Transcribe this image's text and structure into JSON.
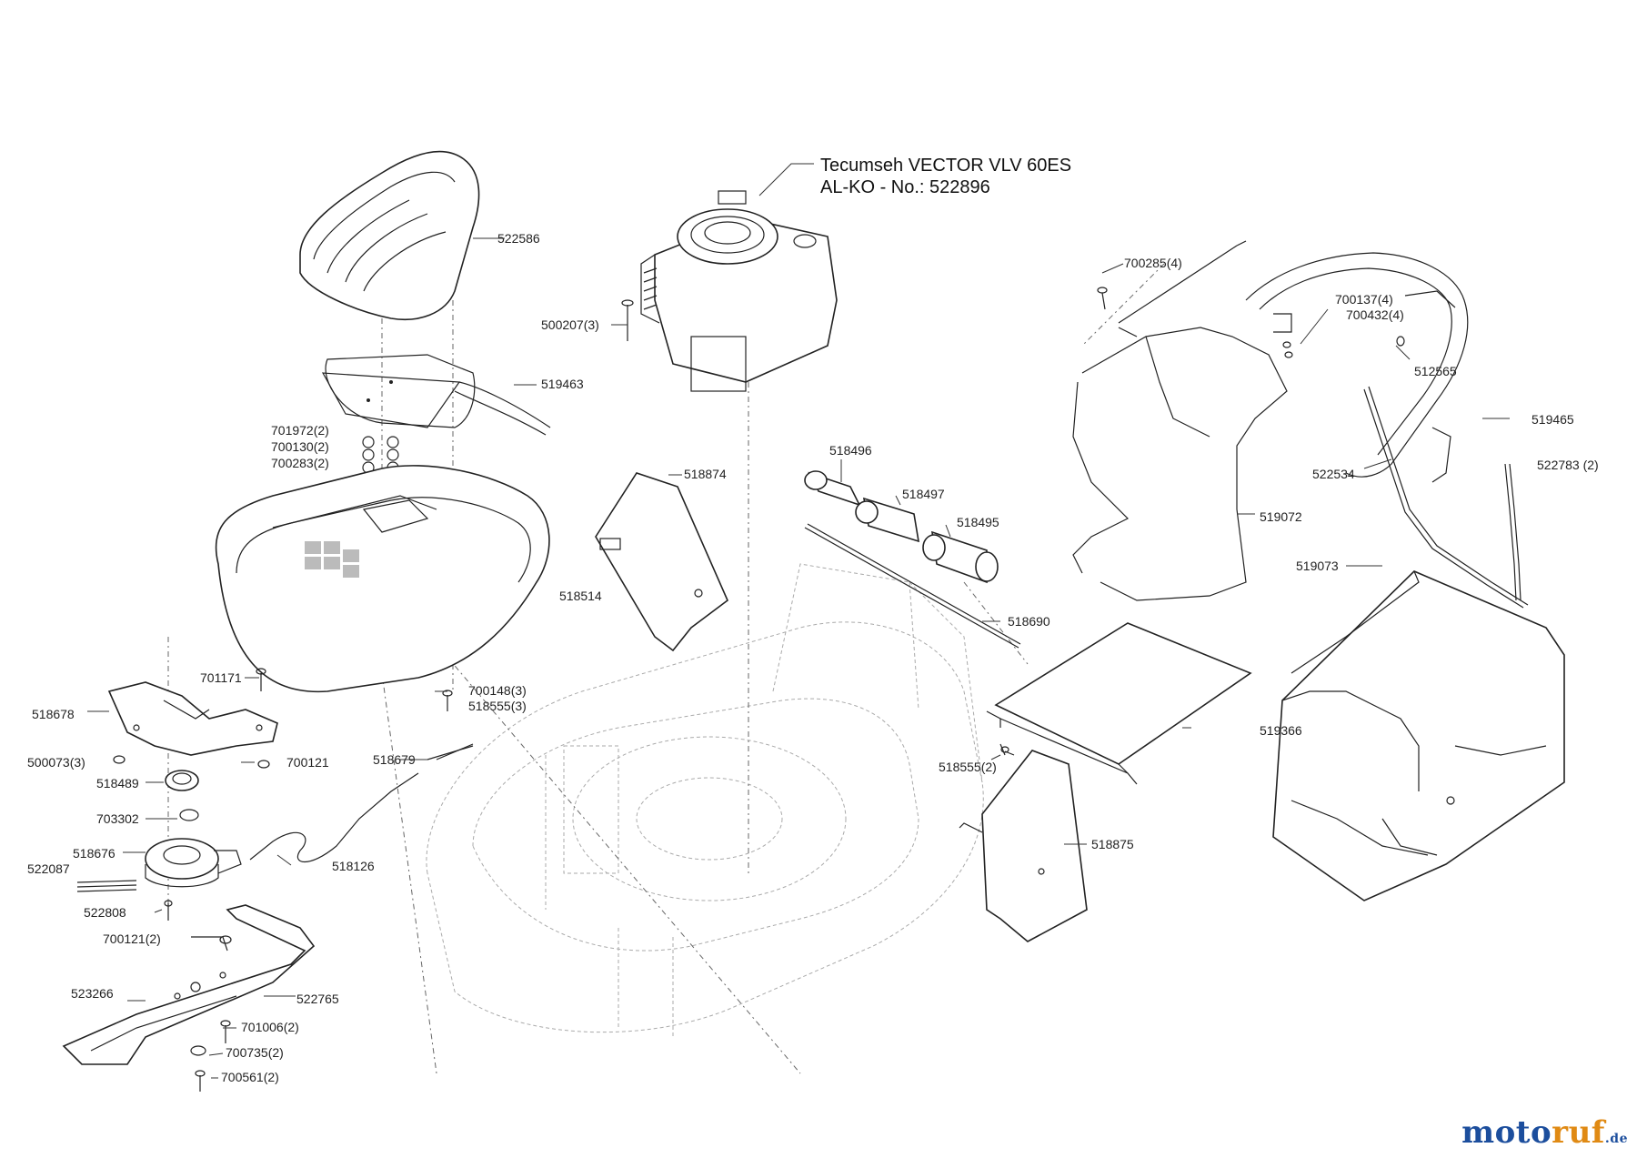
{
  "engine": {
    "line1": "Tecumseh  VECTOR  VLV 60ES",
    "line2": "AL-KO - No.: 522896"
  },
  "labels": [
    "522586",
    "519463",
    "701972(2)",
    "700130(2)",
    "700283(2)",
    "518514",
    "500207(3)",
    "518874",
    "518496",
    "518497",
    "518495",
    "518690",
    "700285(4)",
    "700137(4)",
    "700432(4)",
    "512565",
    "519465",
    "522534",
    "522783 (2)",
    "519072",
    "519073",
    "519366",
    "518555(2)",
    "518875",
    "701171",
    "518678",
    "500073(3)",
    "700121",
    "518489",
    "703302",
    "518676",
    "522087",
    "522808",
    "700121(2)",
    "518679",
    "518126",
    "700148(3)",
    "518555(3)",
    "523266",
    "522765",
    "701006(2)",
    "700735(2)",
    "700561(2)"
  ],
  "logo": {
    "main": "moto",
    "accent": "ruf",
    "tld": ".de"
  }
}
